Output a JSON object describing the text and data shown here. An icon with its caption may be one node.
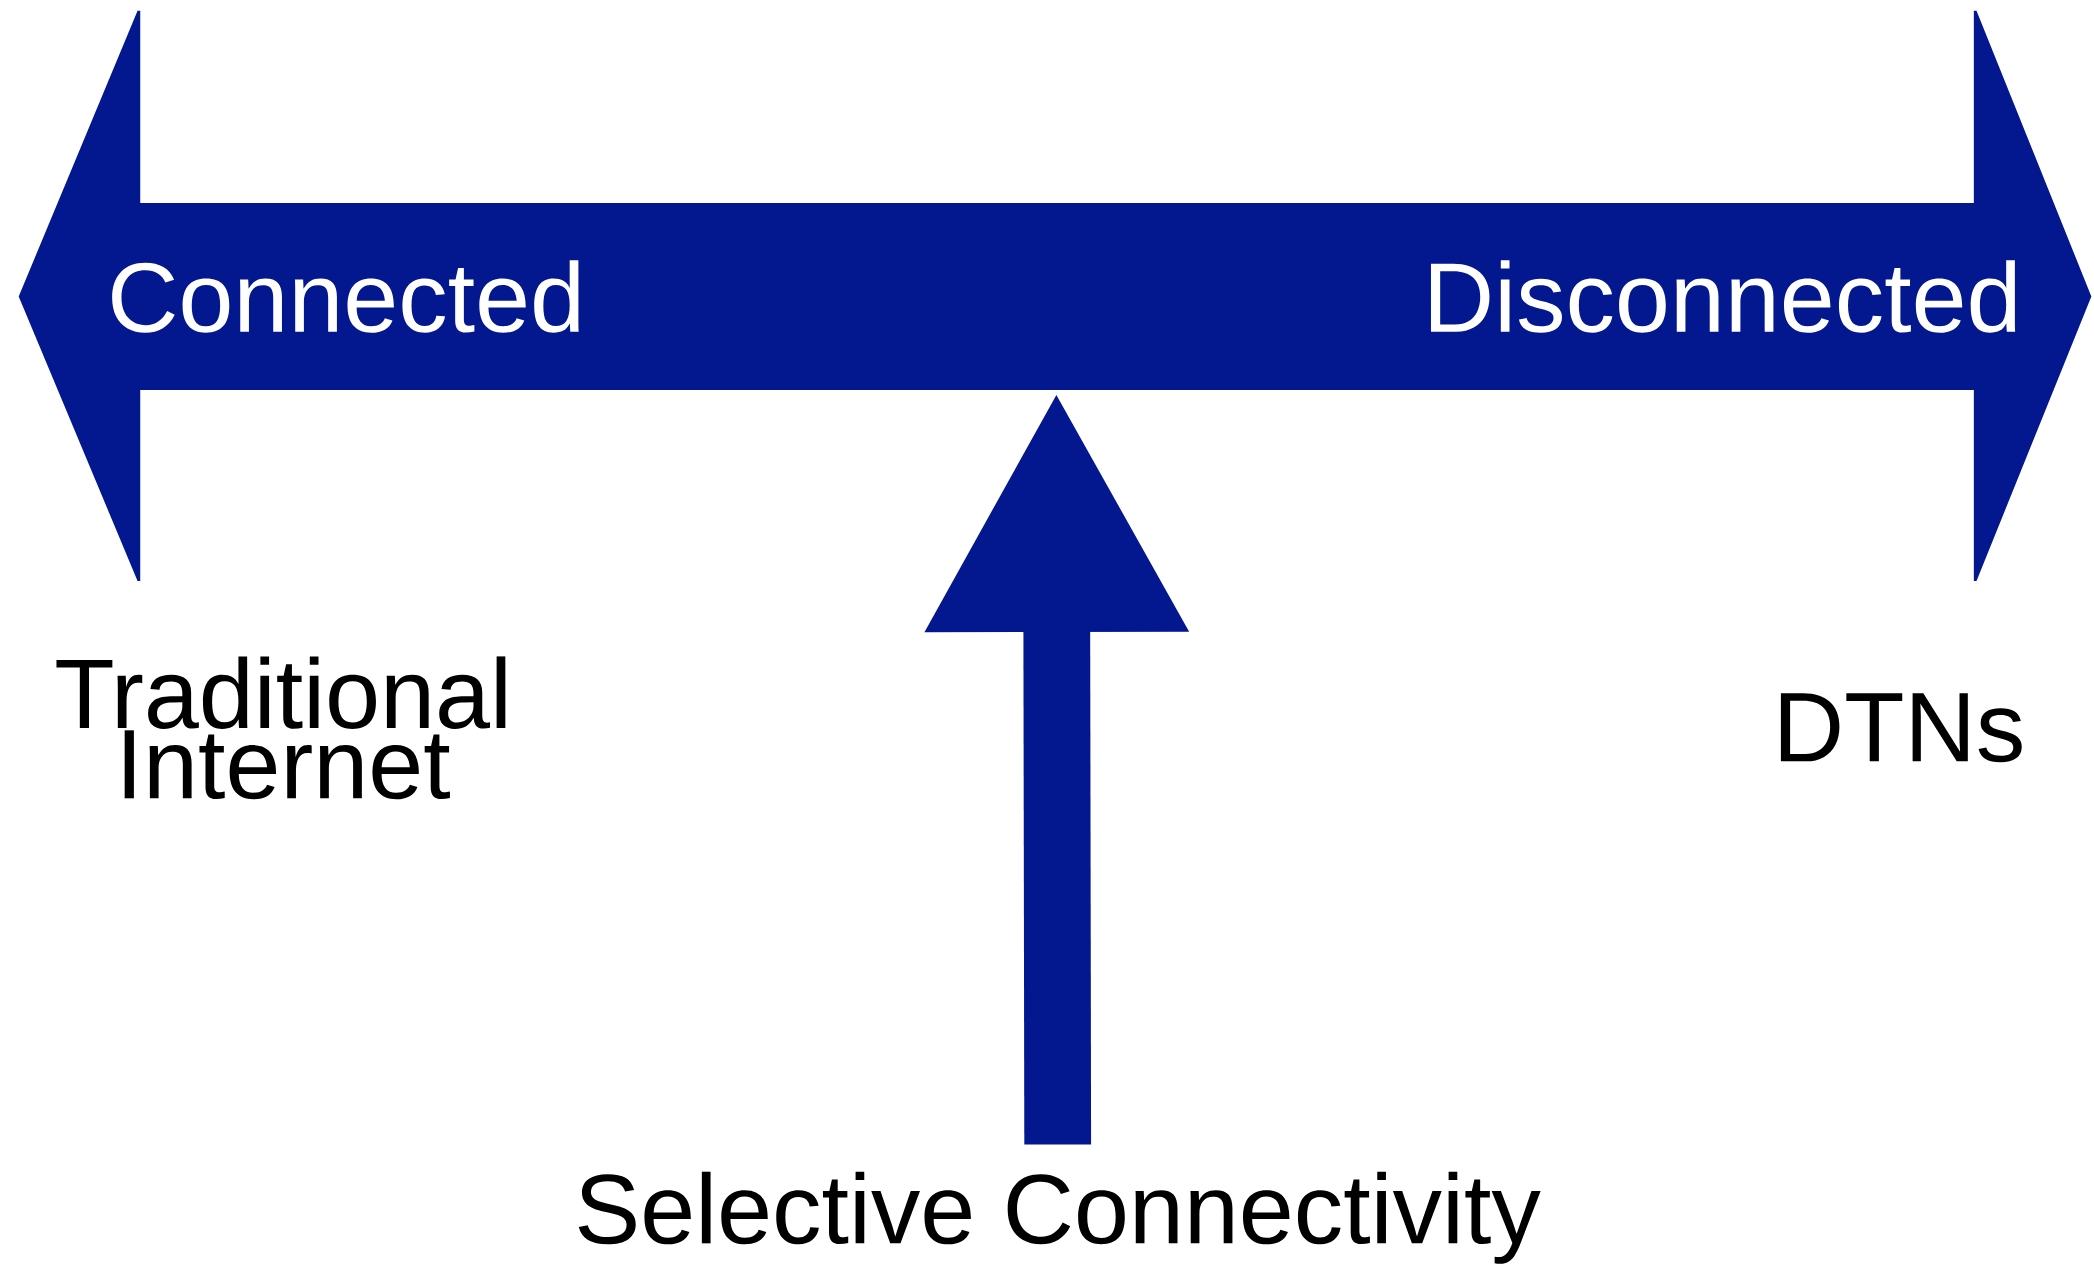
{
  "diagram": {
    "nodes": [
      {
        "text": [
          "Connected",
          "Disconnected"
        ]
      },
      {
        "text": [
          "Selective Connectivity"
        ]
      }
    ],
    "edges": [
      {
        "from": 1,
        "to": 0,
        "arrow": "to"
      }
    ],
    "labels": [
      "Traditional Internet",
      "DTNs"
    ]
  }
}
